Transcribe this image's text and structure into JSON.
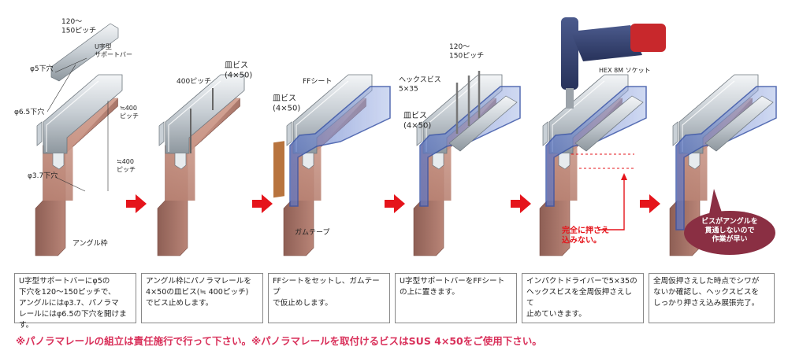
{
  "steps": [
    {
      "labels": {
        "hole5": "φ5下穴",
        "pitch_u": "120〜\n150ピッチ",
        "u_bar": "U字型\nサポートバー",
        "hole65": "φ6.5下穴",
        "pitch400a": "≒400\nピッチ",
        "pitch400b": "≒400\nピッチ",
        "hole37": "φ3.7下穴",
        "angle": "アングル枠"
      },
      "caption": "U字型サポートバーにφ5の\n下穴を120〜150ピッチで、\nアングルにはφ3.7、パノラマ\nレールにはφ6.5の下穴を開けます。"
    },
    {
      "labels": {
        "screw": "皿ビス\n(4×50)",
        "pitch": "400ピッチ"
      },
      "caption": "アングル枠にパノラマレールを\n4×50の皿ビス(≒ 400ピッチ)\nでビス止めします。"
    },
    {
      "labels": {
        "ff": "FFシート",
        "screw": "皿ビス\n(4×50)",
        "tape": "ガムテープ"
      },
      "caption": "FFシートをセットし、ガムテープ\nで仮止めします。"
    },
    {
      "labels": {
        "pitch": "120〜\n150ピッチ",
        "hex": "ヘックスビス\n5×35",
        "screw": "皿ビス\n(4×50)"
      },
      "caption": "U字型サポートバーをFFシート\nの上に置きます。"
    },
    {
      "labels": {
        "socket": "HEX 8M ソケット",
        "press": "完全に押さえ\n込みない。"
      },
      "caption": "インパクトドライバーで5×35の\nヘックスビスを全周仮押さえして\n止めていきます。"
    },
    {
      "labels": {
        "bubble": "ビスがアングルを\n貫通しないので\n作業が早い"
      },
      "caption": "全周仮押さえした時点でシワが\nないか確認し、ヘックスビスを\nしっかり押さえ込み展張完了。"
    }
  ],
  "footer_note": "※パノラマレールの組立は責任施行で行って下さい。※パノラマレールを取付けるビスはSUS 4×50をご使用下さい。",
  "colors": {
    "arrow": "#e5141b",
    "angle_frame": "#c69080",
    "rail": "#d8dde2",
    "film": "#5b78c8",
    "bubble": "#8a2f43",
    "note": "#d9305a"
  }
}
